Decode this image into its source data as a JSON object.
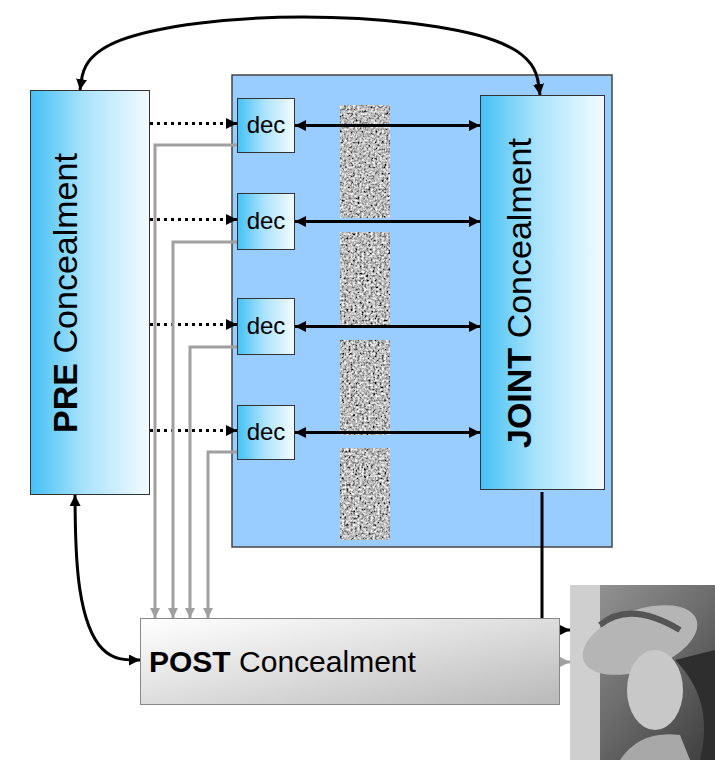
{
  "diagram": {
    "nodes": [
      {
        "text": [
          "PRE",
          "Concealment"
        ]
      },
      {
        "text": [
          "dec"
        ]
      },
      {
        "text": [
          "dec"
        ]
      },
      {
        "text": [
          "dec"
        ]
      },
      {
        "text": [
          "dec"
        ]
      },
      {
        "text": [
          "JOINT",
          "Concealment"
        ]
      },
      {
        "text": [
          "POST",
          "Concealment"
        ]
      }
    ],
    "edges": [
      {
        "from": 0,
        "to": 5,
        "arrow": "both"
      },
      {
        "from": 0,
        "to": 1,
        "arrow": "to"
      },
      {
        "from": 0,
        "to": 2,
        "arrow": "to"
      },
      {
        "from": 0,
        "to": 3,
        "arrow": "to"
      },
      {
        "from": 0,
        "to": 4,
        "arrow": "to"
      },
      {
        "from": 1,
        "to": 5,
        "arrow": "both"
      },
      {
        "from": 2,
        "to": 5,
        "arrow": "both"
      },
      {
        "from": 3,
        "to": 5,
        "arrow": "both"
      },
      {
        "from": 4,
        "to": 5,
        "arrow": "both"
      },
      {
        "from": 1,
        "to": 6,
        "arrow": "to"
      },
      {
        "from": 2,
        "to": 6,
        "arrow": "to"
      },
      {
        "from": 3,
        "to": 6,
        "arrow": "to"
      },
      {
        "from": 4,
        "to": 6,
        "arrow": "to"
      },
      {
        "from": 0,
        "to": 6,
        "arrow": "both"
      }
    ]
  }
}
